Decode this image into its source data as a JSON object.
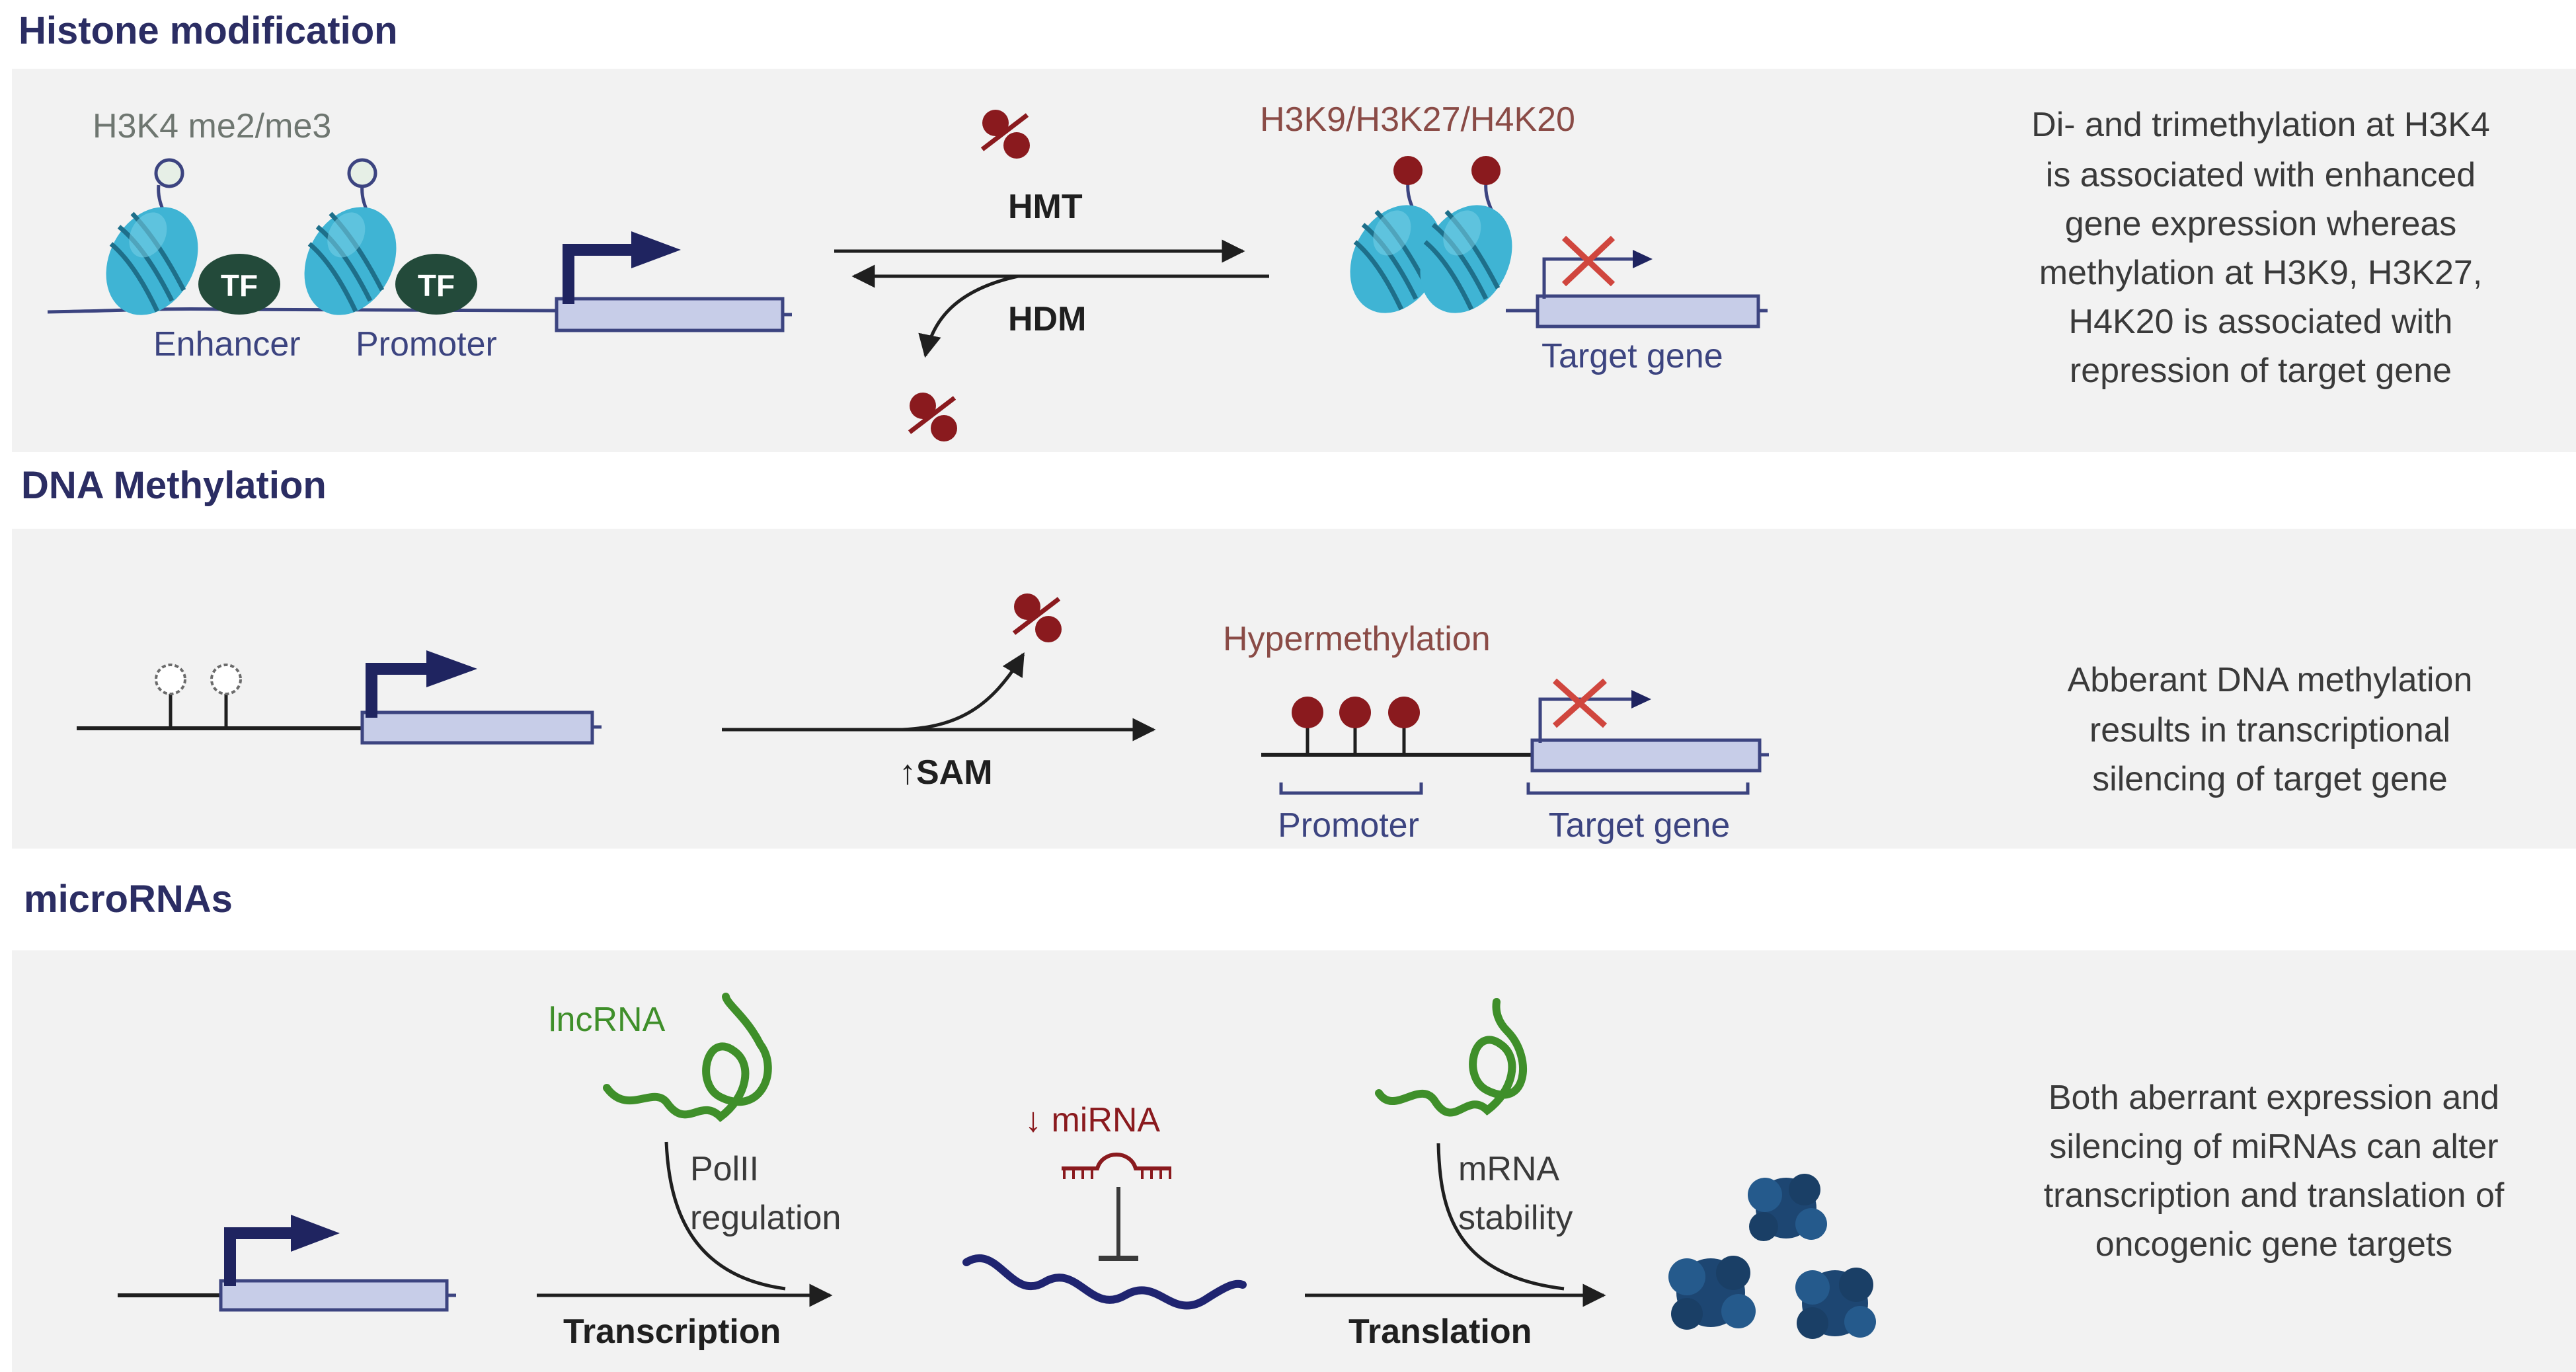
{
  "sections": {
    "histone": {
      "title": "Histone modification",
      "label_active": "H3K4 me2/me3",
      "tf1": "TF",
      "tf2": "TF",
      "enhancer": "Enhancer",
      "promoter": "Promoter",
      "hmt": "HMT",
      "hdm": "HDM",
      "label_repressive": "H3K9/H3K27/H4K20",
      "target_gene": "Target gene",
      "description": [
        "Di- and trimethylation at H3K4",
        "is associated with enhanced",
        "gene expression whereas",
        "methylation at H3K9, H3K27,",
        "H4K20 is associated with",
        "repression of target gene"
      ]
    },
    "dna": {
      "title": "DNA Methylation",
      "sam": "↑SAM",
      "hypermethylation": "Hypermethylation",
      "promoter": "Promoter",
      "target_gene": "Target gene",
      "description": [
        "Abberant  DNA methylation",
        "results in transcriptional",
        "silencing of target gene"
      ]
    },
    "mirna": {
      "title": "microRNAs",
      "lncrna": "lncRNA",
      "polii_1": "PolII",
      "polii_2": "regulation",
      "transcription": "Transcription",
      "mirna": "↓ miRNA",
      "mrna_1": "mRNA",
      "mrna_2": "stability",
      "translation": "Translation",
      "description": [
        "Both aberrant expression and",
        "silencing of miRNAs can alter",
        "transcription and translation of",
        "oncogenic gene targets"
      ]
    }
  },
  "colors": {
    "panel": "#f2f2f2",
    "title": "#2b2d63",
    "nucleosome": "#3fb4d4",
    "tf": "#234a3a",
    "gene_box": "#c7cde8",
    "gene_border": "#3c4480",
    "arrow_dark": "#1f2460",
    "methyl": "#8a1a1e",
    "cross": "#d0463e",
    "label_repressive": "#8a4b46",
    "lncrna": "#3f8f2a",
    "mrna_wave": "#1f2470",
    "ribosome": "#1d4672"
  }
}
